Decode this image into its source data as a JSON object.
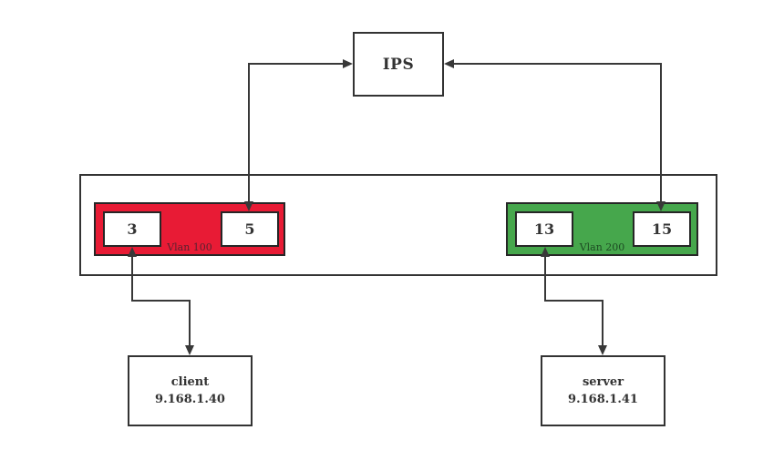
{
  "ips": {
    "label": "IPS"
  },
  "switch": {
    "vlan100": {
      "label": "Vlan 100",
      "ports": [
        "3",
        "5"
      ]
    },
    "vlan200": {
      "label": "Vlan 200",
      "ports": [
        "13",
        "15"
      ]
    }
  },
  "client": {
    "name": "client",
    "ip": "9.168.1.40"
  },
  "server": {
    "name": "server",
    "ip": "9.168.1.41"
  },
  "colors": {
    "line": "#383838",
    "box_border": "#333333",
    "vlan100_fill": "#e81b35",
    "vlan100_label": "#5a2130",
    "vlan200_fill": "#46a74c",
    "vlan200_label": "#1d4b23"
  }
}
